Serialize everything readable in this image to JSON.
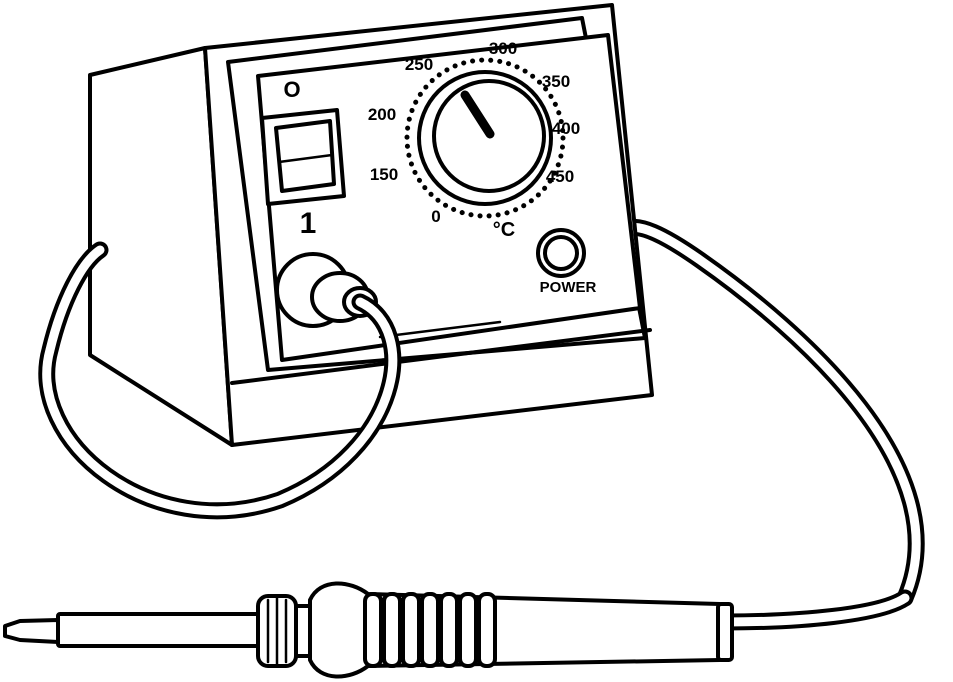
{
  "switch": {
    "off_label": "O",
    "on_label": "1"
  },
  "dial": {
    "unit": "°C",
    "ticks": [
      "0",
      "150",
      "200",
      "250",
      "300",
      "350",
      "400",
      "450"
    ]
  },
  "power": {
    "label": "POWER"
  }
}
